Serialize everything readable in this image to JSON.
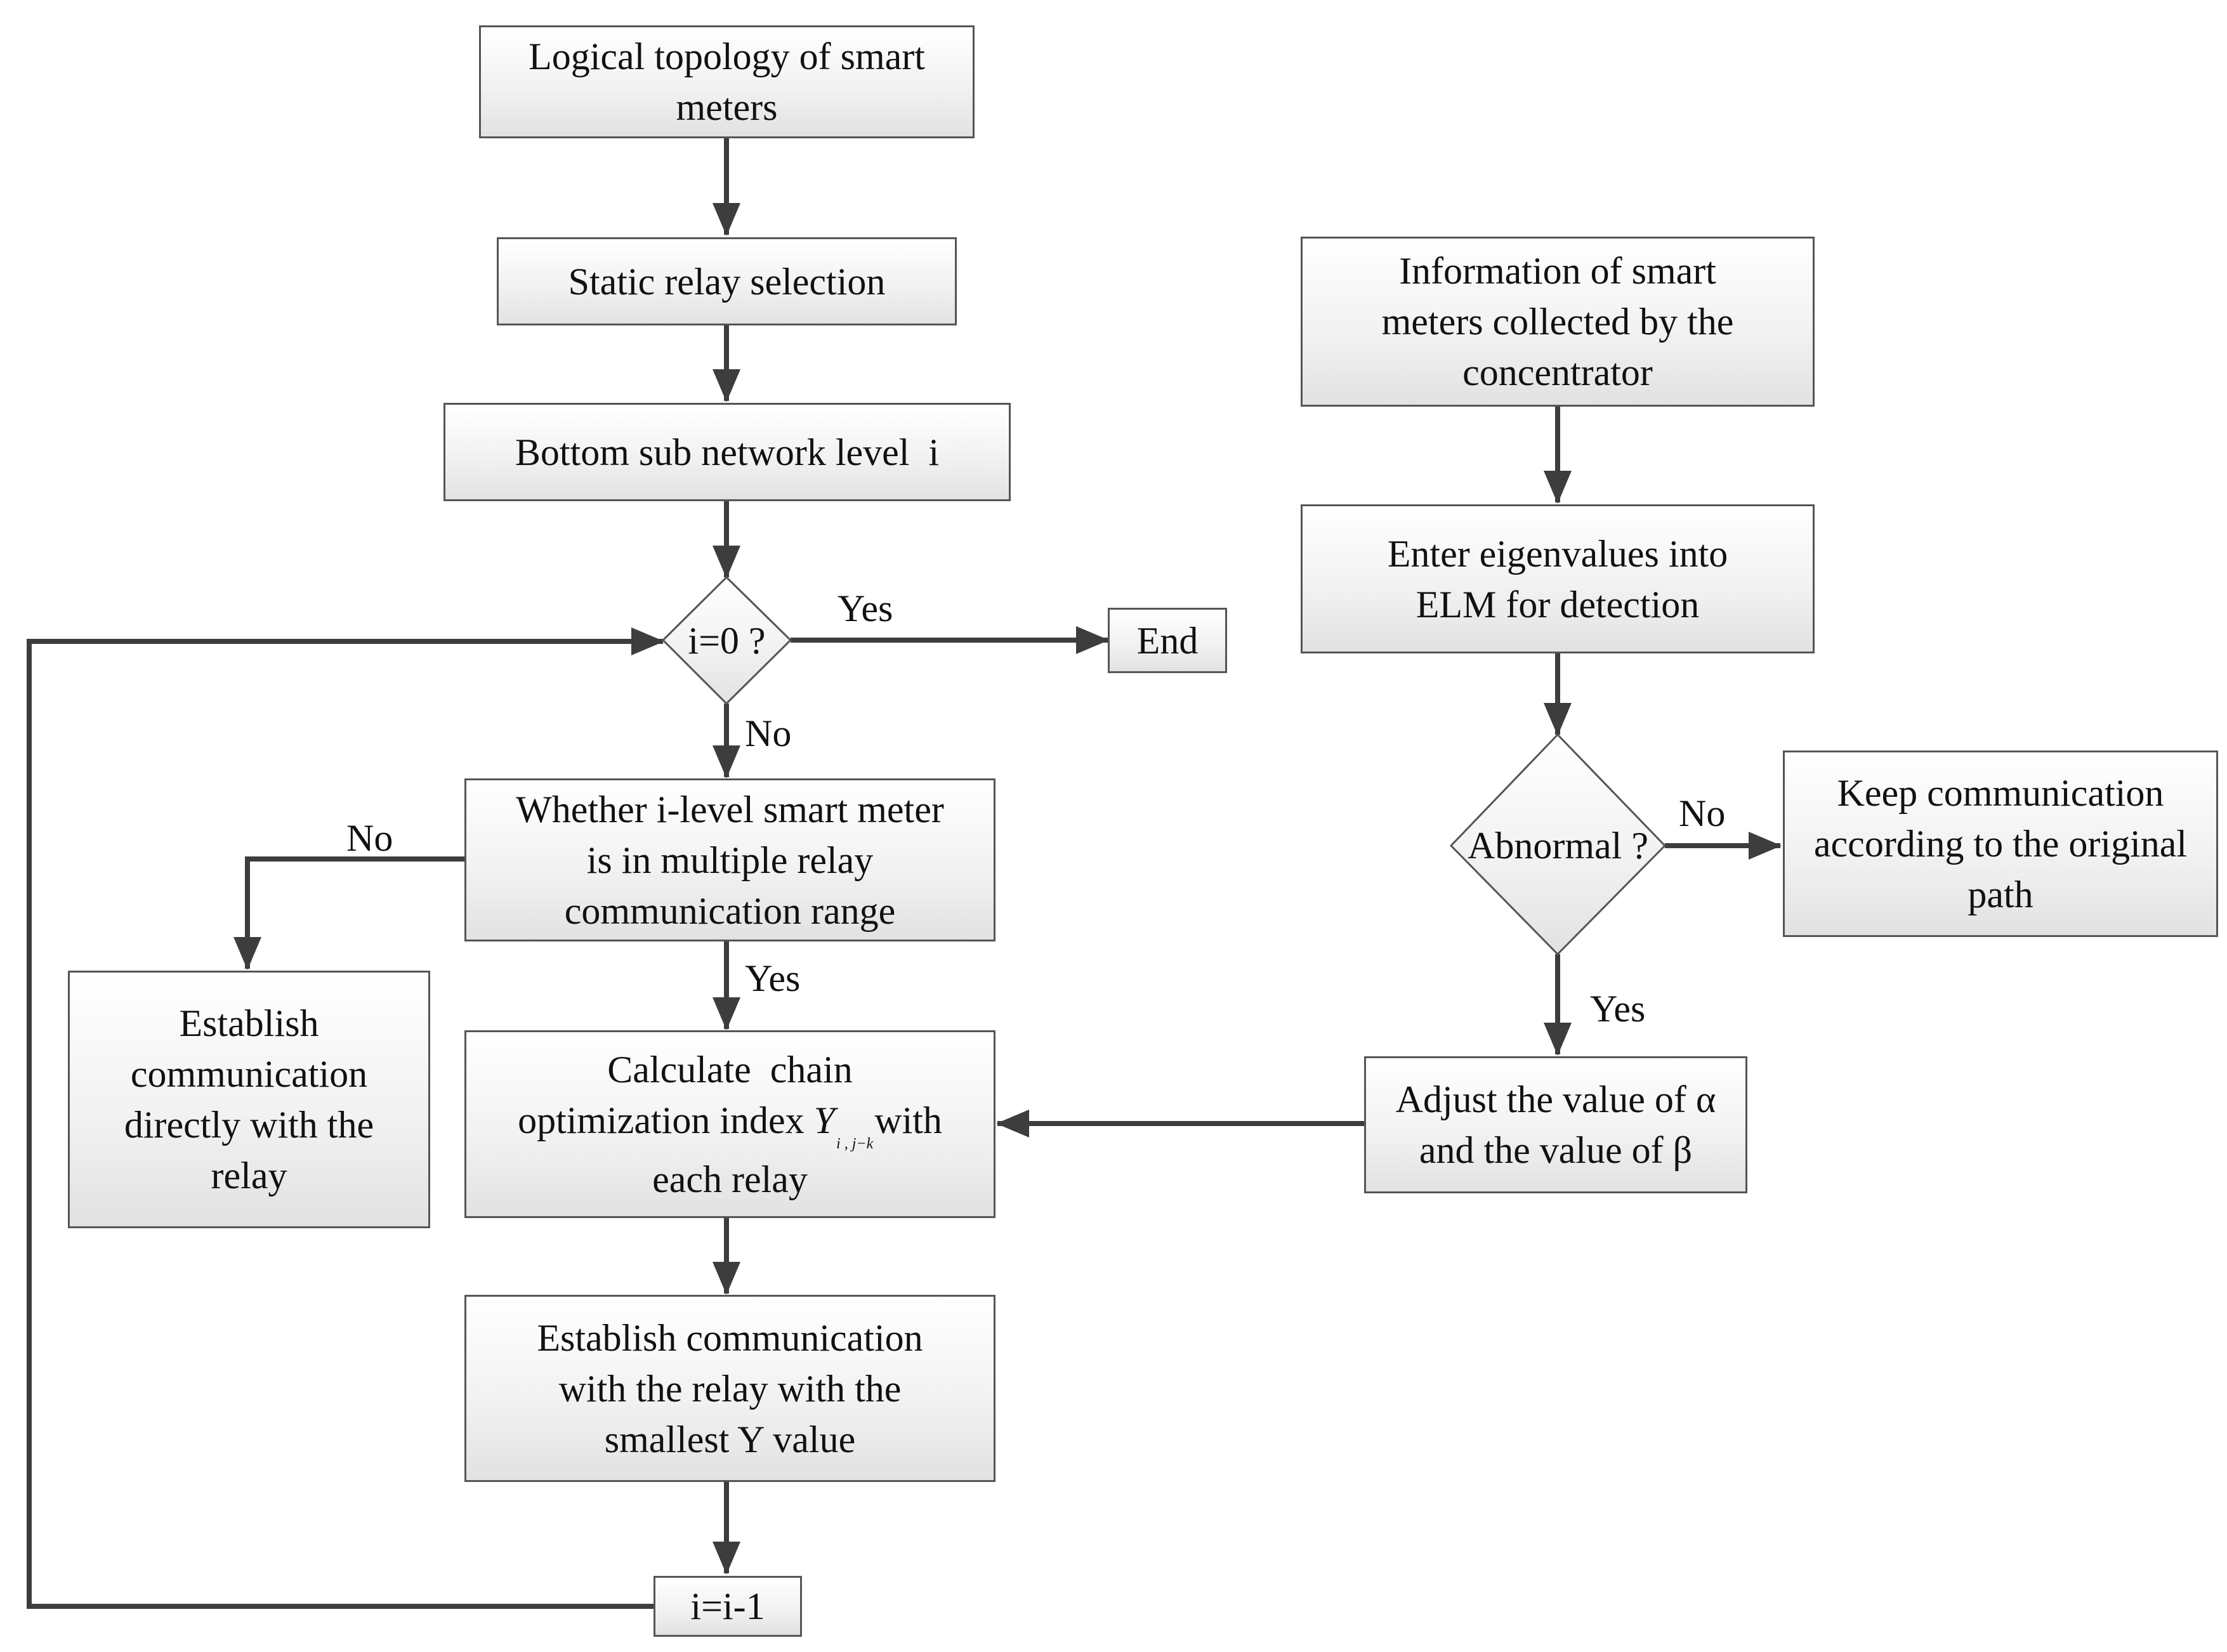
{
  "nodes": {
    "logical_topology": "Logical topology of smart meters",
    "static_relay": "Static relay selection",
    "bottom_subnetwork": "Bottom sub network level  i",
    "decision_i0": "i=0 ?",
    "end": "End",
    "whether_in_range": "Whether i-level smart meter is in multiple relay communication range",
    "establish_directly": "Establish communication directly with the relay",
    "calculate_index": {
      "line1": "Calculate  chain",
      "before_symbol": "optimization index",
      "symbol": "Y",
      "subscript": "i , j−k",
      "after_symbol": "with",
      "line3": "each relay"
    },
    "establish_smallest_y": "Establish communication with the relay with the smallest Y value",
    "decrement_i": "i=i-1",
    "info_collected": "Information of smart meters collected by the concentrator",
    "enter_eigenvalues": "Enter eigenvalues into ELM for detection",
    "decision_abnormal": "Abnormal ?",
    "keep_communication": "Keep communication according to the original path",
    "adjust_values": "Adjust the value of α and the value of β"
  },
  "edge_labels": {
    "i0_yes": "Yes",
    "i0_no": "No",
    "range_no": "No",
    "range_yes": "Yes",
    "abnormal_no": "No",
    "abnormal_yes": "Yes"
  },
  "colors": {
    "stroke": "#3d3d3d",
    "box_border": "#555555",
    "box_fill_top": "#ffffff",
    "box_fill_bottom": "#e2e2e2",
    "text": "#111111"
  }
}
